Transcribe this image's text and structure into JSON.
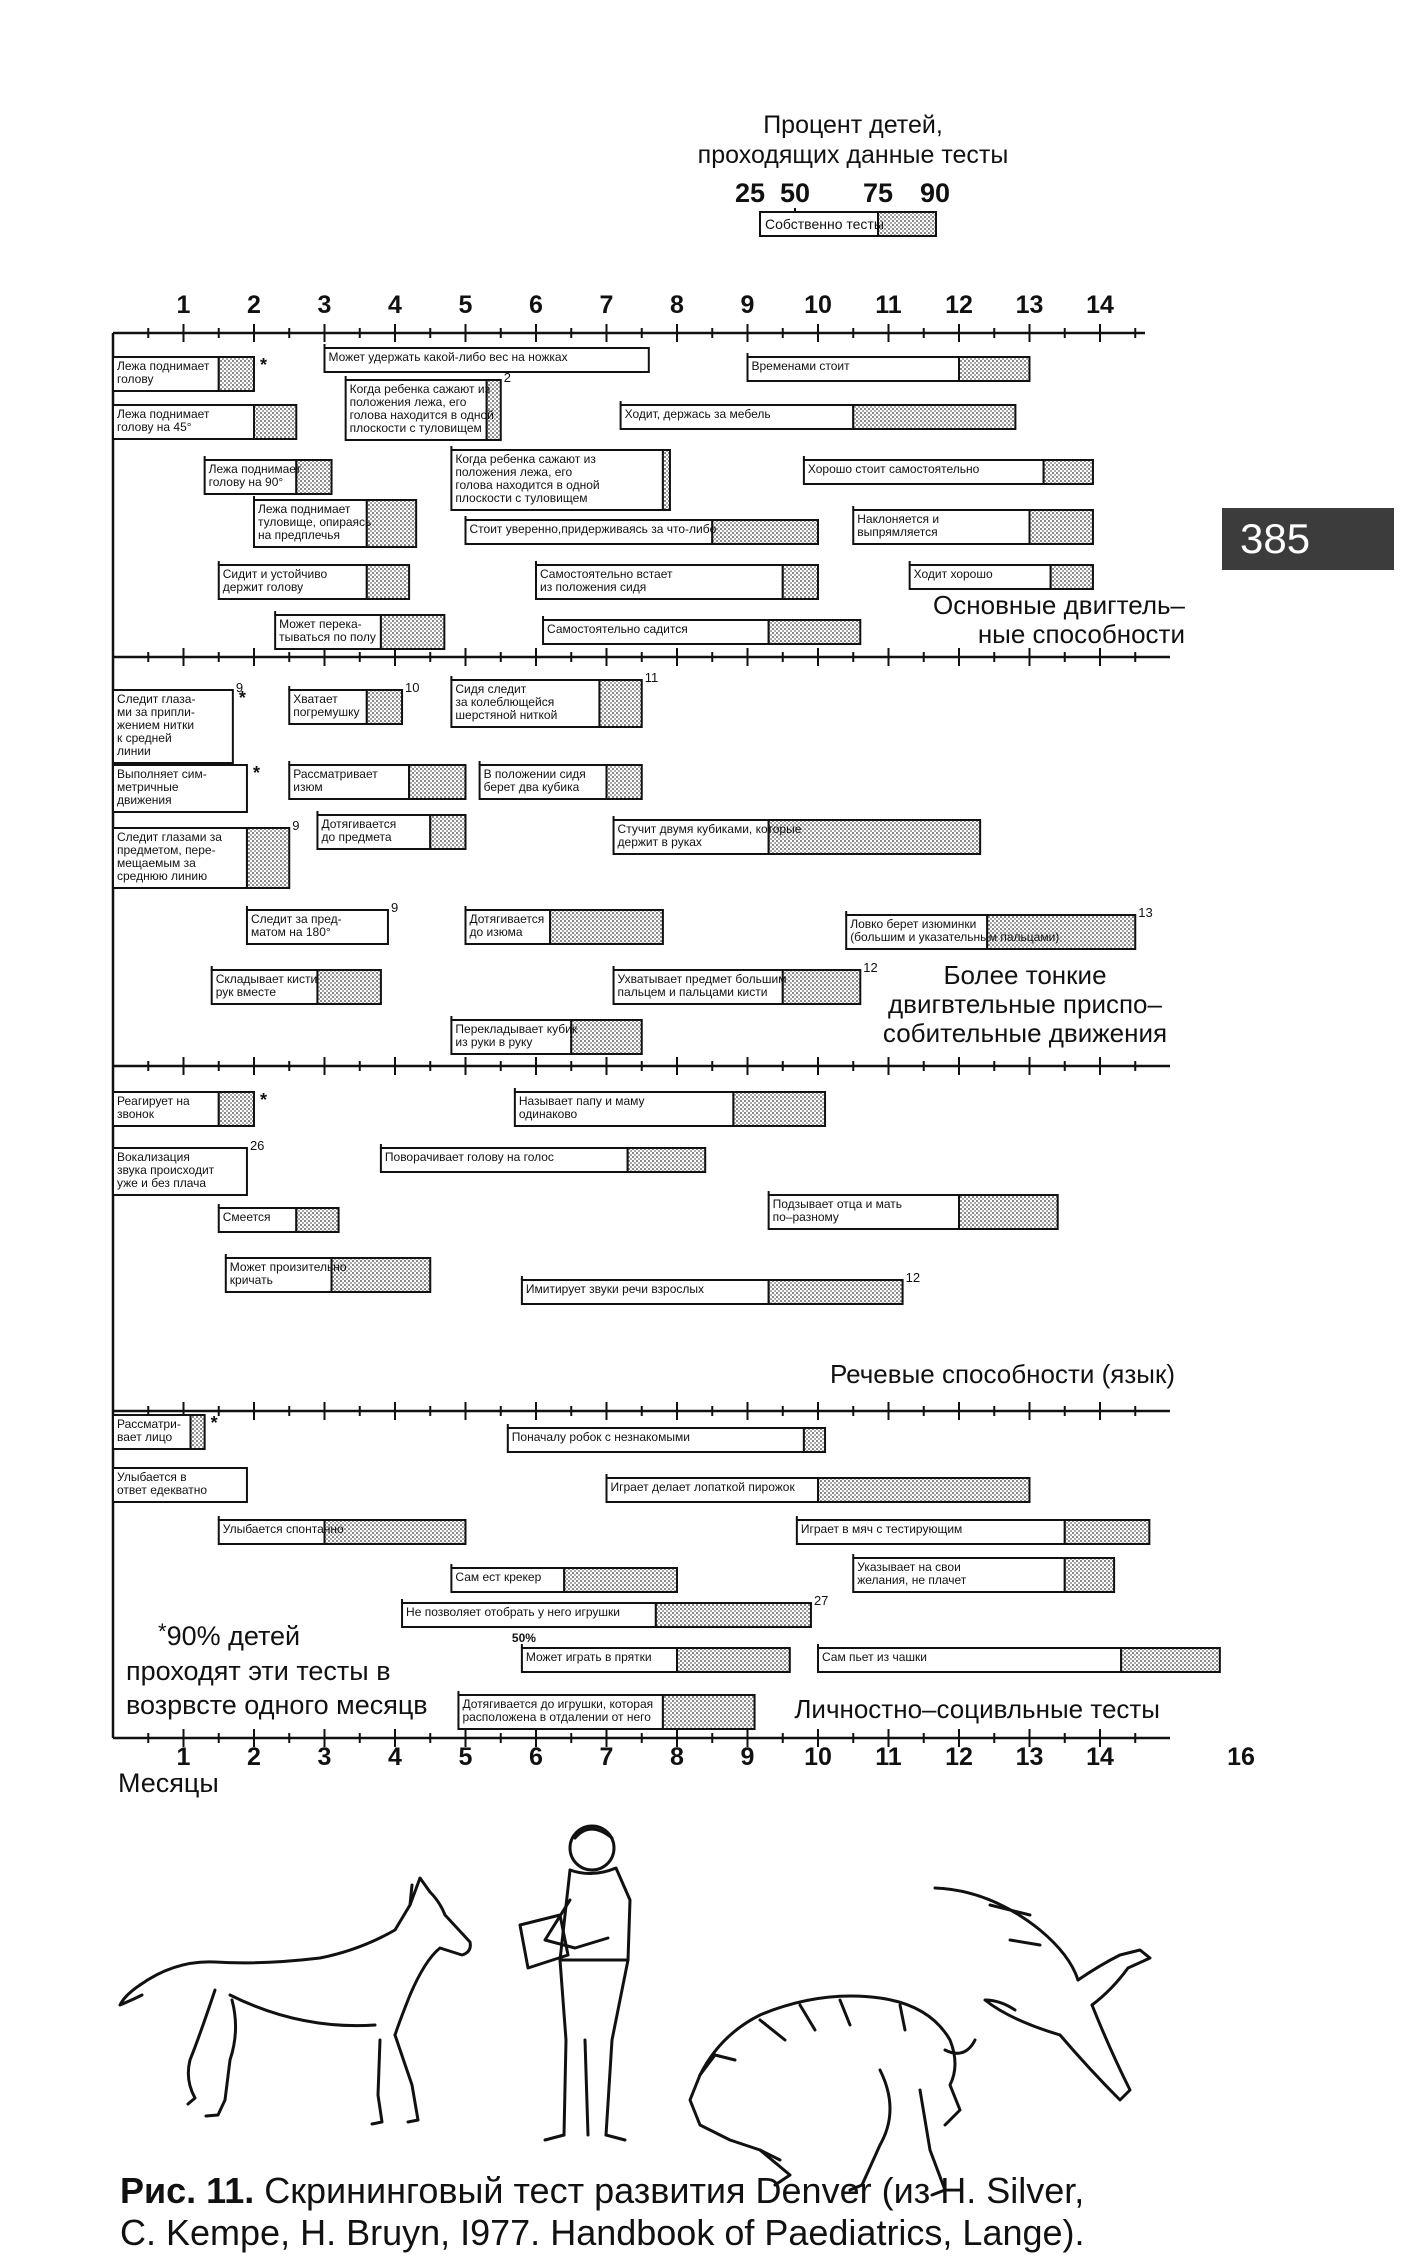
{
  "page_number": "385",
  "header": {
    "line1": "Процент детей,",
    "line2": "проходящих данные тесты",
    "percent_labels": [
      "25",
      "50",
      "75",
      "90"
    ],
    "legend_box_label": "Собственно тесты"
  },
  "axis": {
    "top_ticks": [
      "1",
      "2",
      "3",
      "4",
      "5",
      "6",
      "7",
      "8",
      "9",
      "10",
      "11",
      "12",
      "13",
      "14"
    ],
    "bottom_ticks": [
      "1",
      "2",
      "3",
      "4",
      "5",
      "6",
      "7",
      "8",
      "9",
      "10",
      "11",
      "12",
      "13",
      "14",
      "16"
    ],
    "unit_label": "Месяцы",
    "tick_months": [
      1,
      2,
      3,
      4,
      5,
      6,
      7,
      8,
      9,
      10,
      11,
      12,
      13,
      14,
      16
    ]
  },
  "footnote": {
    "marker": "*",
    "line1": "90% детей",
    "line2": "проходят эти тесты в",
    "line3": "возрвсте одного месяцв"
  },
  "caption": {
    "bold": "Рис. 11.",
    "line1_rest": "Скрининговый тест развития Denver (из H. Silver,",
    "line2": "C. Kempe, H. Bruyn, I977. Handbook of Paediatrics, Lange)."
  },
  "chart_data": {
    "type": "bar",
    "sections": [
      {
        "title_lines": [
          "Основные двигтель–",
          "ные способности"
        ],
        "items": [
          {
            "label": [
              "Лежа поднимает",
              "голову"
            ],
            "p25": 0,
            "p50": 0,
            "p75": 1.5,
            "p90": 2,
            "mark": "*"
          },
          {
            "label": [
              "Лежа поднимает",
              "голову на 45°"
            ],
            "p25": 0,
            "p50": 0,
            "p75": 2,
            "p90": 2.6
          },
          {
            "label": [
              "Лежа поднимает",
              "голову на 90°"
            ],
            "p25": 1.3,
            "p50": 1.3,
            "p75": 2.6,
            "p90": 3.1
          },
          {
            "label": [
              "Лежа поднимает",
              "туловище, опираясь",
              "на предплечья"
            ],
            "p25": 2,
            "p50": 2,
            "p75": 3.6,
            "p90": 4.3
          },
          {
            "label": [
              "Сидит и устойчиво",
              "держит голову"
            ],
            "p25": 1.5,
            "p50": 1.5,
            "p75": 3.6,
            "p90": 4.2
          },
          {
            "label": [
              "Может перека-",
              "тываться по полу"
            ],
            "p25": 2.3,
            "p50": 2.3,
            "p75": 3.8,
            "p90": 4.7
          },
          {
            "label": [
              "Может удержать какой-либо вес на ножках"
            ],
            "p25": 3,
            "p50": 3,
            "p75": 7.6,
            "p90": 7.6
          },
          {
            "label": [
              "Когда ребенка сажают из",
              "положения лежа, его",
              "голова находится в одной",
              "плоскости с туловищем"
            ],
            "p25": 3.3,
            "p50": 3.3,
            "p75": 5.3,
            "p90": 5.5,
            "note": "2"
          },
          {
            "label": [
              "Когда ребенка сажают из",
              "положения лежа, его",
              "голова находится в одной",
              "плоскости с туловищем"
            ],
            "p25": 4.8,
            "p50": 4.8,
            "p75": 7.8,
            "p90": 7.9
          },
          {
            "label": [
              "Стоит уверенно,придерживаясь за что-либо"
            ],
            "p25": 5,
            "p50": 5,
            "p75": 8.5,
            "p90": 10
          },
          {
            "label": [
              "Самостоятельно встает",
              "из положения сидя"
            ],
            "p25": 6,
            "p50": 6,
            "p75": 9.5,
            "p90": 10
          },
          {
            "label": [
              "Самостоятельно садится"
            ],
            "p25": 6.1,
            "p50": 6.1,
            "p75": 9.3,
            "p90": 10.6
          },
          {
            "label": [
              "Временами стоит"
            ],
            "p25": 9,
            "p50": 9,
            "p75": 12,
            "p90": 13
          },
          {
            "label": [
              "Ходит, держась за мебель"
            ],
            "p25": 7.2,
            "p50": 7.2,
            "p75": 10.5,
            "p90": 12.8
          },
          {
            "label": [
              "Хорошо стоит самостоятельно"
            ],
            "p25": 9.8,
            "p50": 9.8,
            "p75": 13.2,
            "p90": 13.9
          },
          {
            "label": [
              "Наклоняется и",
              "выпрямляется"
            ],
            "p25": 10.5,
            "p50": 10.5,
            "p75": 13,
            "p90": 13.9
          },
          {
            "label": [
              "Ходит хорошо"
            ],
            "p25": 11.3,
            "p50": 11.3,
            "p75": 13.3,
            "p90": 13.9
          }
        ]
      },
      {
        "title_lines": [
          "Более тонкие",
          "двигвтельные приспо–",
          "собительные движения"
        ],
        "items": [
          {
            "label": [
              "Следит глаза-",
              "ми за припли-",
              "жением нитки",
              "к средней",
              "линии"
            ],
            "p25": 0,
            "p50": 0,
            "p75": 1.7,
            "p90": 1.7,
            "note": "9",
            "mark": "*"
          },
          {
            "label": [
              "Выполняет сим-",
              "метричные",
              "движения"
            ],
            "p25": 0,
            "p50": 0,
            "p75": 1.9,
            "p90": 1.9,
            "mark": "*"
          },
          {
            "label": [
              "Следит глазами за",
              "предметом, пере-",
              "мещаемым за",
              "среднюю линию"
            ],
            "p25": 0,
            "p50": 0,
            "p75": 1.9,
            "p90": 2.5,
            "note": "9"
          },
          {
            "label": [
              "Следит за пред-",
              "матом на 180°"
            ],
            "p25": 1.9,
            "p50": 1.9,
            "p75": 3.9,
            "p90": 3.9,
            "note": "9"
          },
          {
            "label": [
              "Складывает кисти",
              "рук вместе"
            ],
            "p25": 1.4,
            "p50": 1.4,
            "p75": 2.9,
            "p90": 3.8
          },
          {
            "label": [
              "Хватает",
              "погремушку"
            ],
            "p25": 2.5,
            "p50": 2.5,
            "p75": 3.6,
            "p90": 4.1,
            "note": "10"
          },
          {
            "label": [
              "Рассматривает",
              "изюм"
            ],
            "p25": 2.5,
            "p50": 2.5,
            "p75": 4.2,
            "p90": 5
          },
          {
            "label": [
              "Дотягивается",
              "до предмета"
            ],
            "p25": 2.9,
            "p50": 2.9,
            "p75": 4.5,
            "p90": 5
          },
          {
            "label": [
              "Сидя следит",
              "за колеблющейся",
              "шерстяной ниткой"
            ],
            "p25": 4.8,
            "p50": 4.8,
            "p75": 6.9,
            "p90": 7.5,
            "note": "11"
          },
          {
            "label": [
              "В положении сидя",
              "берет два кубика"
            ],
            "p25": 5.2,
            "p50": 5.2,
            "p75": 7,
            "p90": 7.5
          },
          {
            "label": [
              "Дотягивается",
              "до изюма"
            ],
            "p25": 5,
            "p50": 5,
            "p75": 6.2,
            "p90": 7.8
          },
          {
            "label": [
              "Перекладывает кубик",
              "из руки в руку"
            ],
            "p25": 4.8,
            "p50": 4.8,
            "p75": 6.5,
            "p90": 7.5
          },
          {
            "label": [
              "Стучит двумя кубиками, которые",
              "держит в руках"
            ],
            "p25": 7.1,
            "p50": 7.1,
            "p75": 9.3,
            "p90": 12.3
          },
          {
            "label": [
              "Ухватывает предмет большим",
              "пальцем и пальцами кисти"
            ],
            "p25": 7.1,
            "p50": 7.1,
            "p75": 9.5,
            "p90": 10.6,
            "note": "12"
          },
          {
            "label": [
              "Ловко берет изюминки",
              "(большим и указательным пальцами)"
            ],
            "p25": 10.4,
            "p50": 10.4,
            "p75": 12.4,
            "p90": 14.5,
            "note": "13"
          }
        ]
      },
      {
        "title_lines": [
          "Речевые способности (язык)"
        ],
        "items": [
          {
            "label": [
              "Реагирует на",
              "звонок"
            ],
            "p25": 0,
            "p50": 0,
            "p75": 1.5,
            "p90": 2,
            "mark": "*"
          },
          {
            "label": [
              "Вокализация",
              "звука происходит",
              "уже и без плача"
            ],
            "p25": 0,
            "p50": 0,
            "p75": 1.9,
            "p90": 1.9,
            "note": "26"
          },
          {
            "label": [
              "Смеется"
            ],
            "p25": 1.5,
            "p50": 1.5,
            "p75": 2.6,
            "p90": 3.2
          },
          {
            "label": [
              "Может произительно",
              "кричать"
            ],
            "p25": 1.6,
            "p50": 1.6,
            "p75": 3.1,
            "p90": 4.5
          },
          {
            "label": [
              "Поворачивает голову на голос"
            ],
            "p25": 3.8,
            "p50": 3.8,
            "p75": 7.3,
            "p90": 8.4
          },
          {
            "label": [
              "Называет папу и маму",
              "одинаково"
            ],
            "p25": 5.7,
            "p50": 5.7,
            "p75": 8.8,
            "p90": 10.1
          },
          {
            "label": [
              "Имитирует звуки речи взрослых"
            ],
            "p25": 5.8,
            "p50": 5.8,
            "p75": 9.3,
            "p90": 11.2,
            "note": "12"
          },
          {
            "label": [
              "Подзывает отца и мать",
              "по–разному"
            ],
            "p25": 9.3,
            "p50": 9.3,
            "p75": 12,
            "p90": 13.4
          }
        ]
      },
      {
        "title_lines": [
          "Личностно–социвльные тесты"
        ],
        "items": [
          {
            "label": [
              "Рассматри-",
              "вает лицо"
            ],
            "p25": 0,
            "p50": 0,
            "p75": 1.1,
            "p90": 1.3,
            "mark": "*"
          },
          {
            "label": [
              "Улыбается в",
              "ответ едекватно"
            ],
            "p25": 0,
            "p50": 0,
            "p75": 1.9,
            "p90": 1.9
          },
          {
            "label": [
              "Улыбается спонтанно"
            ],
            "p25": 1.5,
            "p50": 1.5,
            "p75": 3,
            "p90": 5
          },
          {
            "label": [
              "Сам ест крекер"
            ],
            "p25": 4.8,
            "p50": 4.8,
            "p75": 6.4,
            "p90": 8
          },
          {
            "label": [
              "Не позволяет отобрать у него игрушки"
            ],
            "p25": 4.1,
            "p50": 4.1,
            "p75": 7.7,
            "p90": 9.9,
            "note": "27"
          },
          {
            "label": [
              "Поначалу робок с незнакомыми"
            ],
            "p25": 5.6,
            "p50": 5.6,
            "p75": 9.8,
            "p90": 10.1
          },
          {
            "label": [
              "Играет  делает лопаткой пирожок"
            ],
            "p25": 7,
            "p50": 7,
            "p75": 10,
            "p90": 13
          },
          {
            "label": [
              "Играет в мяч с тестирующим"
            ],
            "p25": 9.7,
            "p50": 9.7,
            "p75": 13.5,
            "p90": 14.7
          },
          {
            "label": [
              "Указывает на свои",
              "желания, не плачет"
            ],
            "p25": 10.5,
            "p50": 10.5,
            "p75": 13.5,
            "p90": 14.2
          },
          {
            "label": [
              "Может играть в прятки"
            ],
            "p25": 5.8,
            "p50": 5.8,
            "p75": 8,
            "p90": 9.6,
            "marker_label": "50%"
          },
          {
            "label": [
              "Сам пьет из чашки"
            ],
            "p25": 10,
            "p50": 10,
            "p75": 14.3,
            "p90": 15.7
          },
          {
            "label": [
              "Дотягивается до игрушки, которая",
              "расположена в отдалении от него"
            ],
            "p25": 4.9,
            "p50": 4.9,
            "p75": 7.8,
            "p90": 9.1
          }
        ]
      }
    ]
  }
}
